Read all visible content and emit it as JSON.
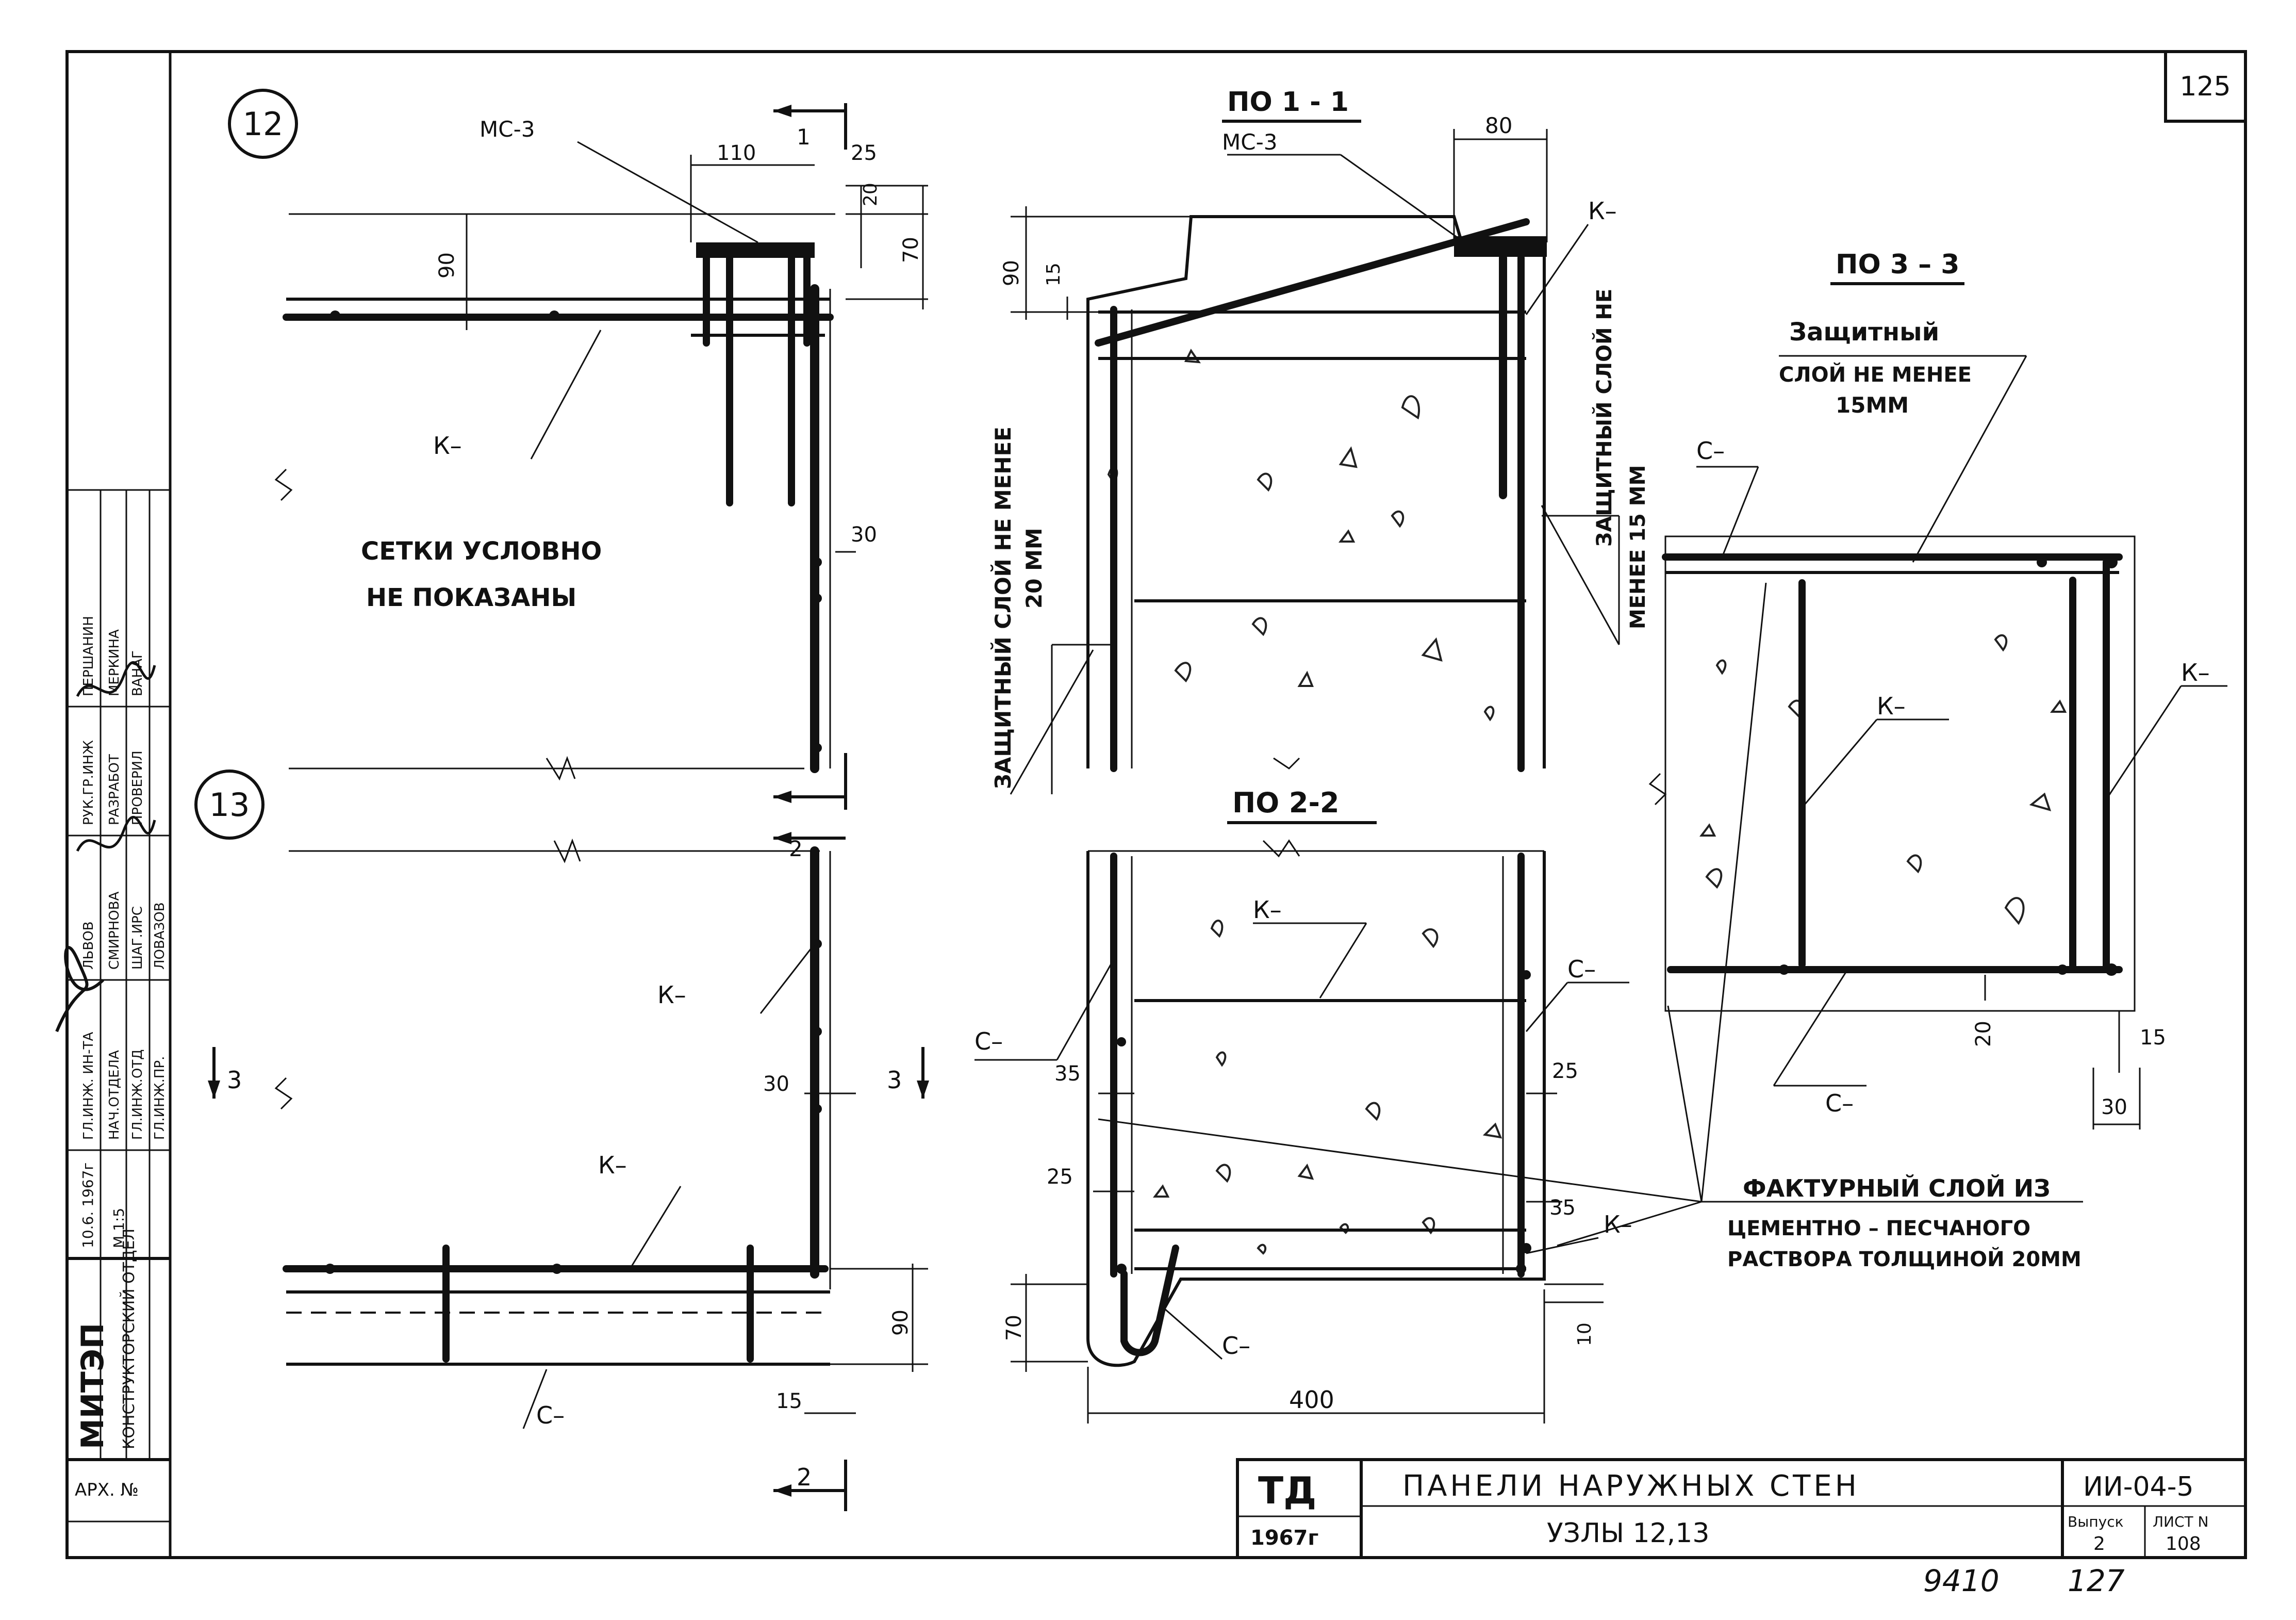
{
  "sheet": {
    "page_number": "125",
    "bottom_numbers": [
      "9410",
      "127"
    ]
  },
  "title_block": {
    "code": "ТД",
    "year": "1967г",
    "title": "ПАНЕЛИ   НАРУЖНЫХ   СТЕН",
    "subtitle": "УЗЛЫ 12,13",
    "series": "ИИ-04-5",
    "issue_label": "Выпуск",
    "issue": "2",
    "sheet_label": "ЛИСТ N",
    "sheet_no": "108"
  },
  "side_stamp": {
    "org": "МИТЭП",
    "dept": "КОНСТРУКТОРСКИЙ ОТДЕЛ",
    "date": "10.6. 1967г",
    "scale": "М 1:5",
    "archive": "АРХ. №",
    "roles": [
      "ГЛ.ИНЖ. ИН-ТА",
      "НАЧ.ОТДЕЛА",
      "ГЛ.ИНЖ.ОТД",
      "ГЛ.ИНЖ.ПР.",
      "РУК.ГР.ИНЖ",
      "РАЗРАБОТ",
      "ПРОВЕРИЛ"
    ],
    "names": [
      "ЛЬВОВ",
      "СМИРНОВА",
      "ШАГ.ИРС",
      "ЛОВАЗОВ",
      "ПЕРШАНИН",
      "МЕРКИНА",
      "ВАНАГ"
    ]
  },
  "node12": {
    "label": "12",
    "note_line1": "СЕТКИ  УСЛОВНО",
    "note_line2": "НЕ   ПОКАЗАНЫ",
    "embed": "МС-3",
    "rebar_k": "К–",
    "dims": [
      "110",
      "25",
      "20",
      "70",
      "90",
      "30"
    ],
    "section_mark": "1"
  },
  "node13": {
    "label": "13",
    "rebar_k1": "К–",
    "rebar_k2": "К–",
    "mesh_c": "С–",
    "dims": [
      "30",
      "90",
      "15"
    ],
    "section_mark_a": "2",
    "section_mark_b": "3",
    "section_mark_c": "2"
  },
  "section11": {
    "title": "ПО  1 - 1",
    "embed": "МС-3",
    "rebar_k": "К–",
    "dims": [
      "80",
      "90",
      "15"
    ],
    "note_left_1": "ЗАЩИТНЫЙ СЛОЙ НЕ МЕНЕЕ",
    "note_left_2": "20 ММ",
    "note_right_1": "ЗАЩИТНЫЙ СЛОЙ НЕ",
    "note_right_2": "МЕНЕЕ  15 ММ"
  },
  "section22": {
    "title": "ПО 2-2",
    "rebar_k1": "К–",
    "rebar_k2": "К–",
    "mesh_c1": "С–",
    "mesh_c2": "С–",
    "mesh_c3": "С–",
    "dims": [
      "35",
      "25",
      "25",
      "35",
      "70",
      "10",
      "400"
    ]
  },
  "section33": {
    "title": "ПО 3 – 3",
    "note_1": "Защитный",
    "note_2": "СЛОЙ НЕ МЕНЕЕ",
    "note_3": "15ММ",
    "mesh_c1": "С–",
    "mesh_c2": "С–",
    "rebar_k1": "К–",
    "rebar_k2": "К–",
    "dims": [
      "20",
      "15",
      "30"
    ]
  },
  "facing_note": {
    "line1": "ФАКТУРНЫЙ СЛОЙ ИЗ",
    "line2": "ЦЕМЕНТНО – ПЕСЧАНОГО",
    "line3": "РАСТВОРА  ТОЛЩИНОЙ  20ММ"
  }
}
